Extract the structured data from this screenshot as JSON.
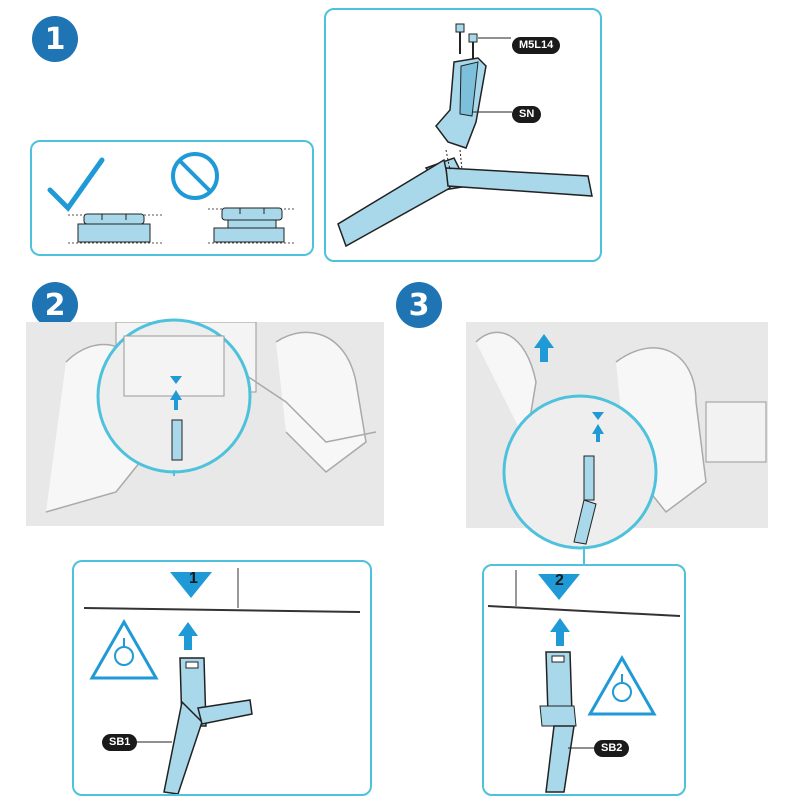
{
  "steps": [
    {
      "number": "1"
    },
    {
      "number": "2"
    },
    {
      "number": "3"
    }
  ],
  "parts": {
    "screw": "M5L14",
    "stand_neck": "SN",
    "stand_base_1": "SB1",
    "stand_base_2": "SB2"
  },
  "markers": {
    "marker_1": "1",
    "marker_2": "2"
  },
  "colors": {
    "accent": "#1f74b3",
    "panel_border": "#4ec2dc",
    "part_fill": "#a8d8ea",
    "arrow": "#1f9ad6"
  }
}
